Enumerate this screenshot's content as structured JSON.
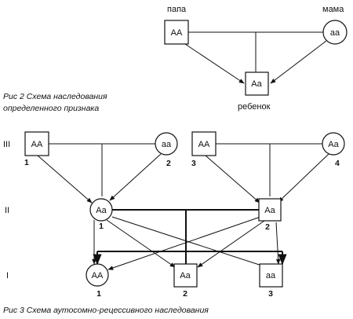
{
  "figure2": {
    "father_label": "папа",
    "mother_label": "мама",
    "father_genotype": "AA",
    "mother_genotype": "aa",
    "child_genotype": "Aa",
    "child_label": "ребенок",
    "caption_line1": "Рис  2  Схема наследования",
    "caption_line2": "определенного признака"
  },
  "figure3": {
    "generation_labels": [
      "III",
      "II",
      "I"
    ],
    "gen3": [
      {
        "genotype": "AA",
        "number": "1"
      },
      {
        "genotype": "aa",
        "number": "2"
      },
      {
        "genotype": "AA",
        "number": "3"
      },
      {
        "genotype": "Aa",
        "number": "4"
      }
    ],
    "gen2": [
      {
        "genotype": "Aa",
        "number": "1"
      },
      {
        "genotype": "Aa",
        "number": "2"
      }
    ],
    "gen1": [
      {
        "genotype": "AA",
        "number": "1"
      },
      {
        "genotype": "Aa",
        "number": "2"
      },
      {
        "genotype": "aa",
        "number": "3"
      }
    ],
    "caption": "Рис  3  Схема аутосомно-рецессивного наследования"
  }
}
